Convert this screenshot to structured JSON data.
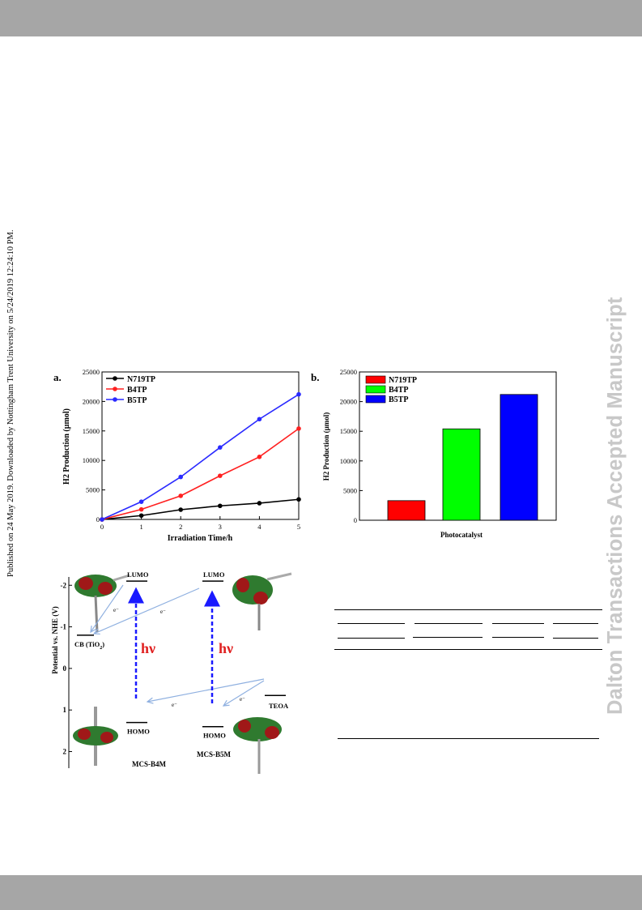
{
  "watermark": {
    "published_note": "Published on 24 May 2019. Downloaded by Nottingham Trent University on 5/24/2019 12:24:10 PM.",
    "journal_banner": "Dalton Transactions Accepted Manuscript"
  },
  "chart_data": [
    {
      "type": "line",
      "panel_label": "a.",
      "xlabel": "Irradiation Time/h",
      "ylabel": "H2 Production (µmol)",
      "x": [
        0,
        1,
        2,
        3,
        4,
        5
      ],
      "xlim": [
        0,
        5
      ],
      "ylim": [
        0,
        25000
      ],
      "xticks": [
        "0",
        "1",
        "2",
        "3",
        "4",
        "5"
      ],
      "yticks": [
        "0",
        "5000",
        "10000",
        "15000",
        "20000",
        "25000"
      ],
      "legend_position": "top-left",
      "series": [
        {
          "name": "N719TP",
          "color": "#000000",
          "values": [
            0,
            650,
            1650,
            2300,
            2750,
            3400
          ]
        },
        {
          "name": "B4TP",
          "color": "#ff2020",
          "values": [
            0,
            1700,
            4000,
            7400,
            10600,
            15400
          ]
        },
        {
          "name": "B5TP",
          "color": "#2a2aff",
          "values": [
            0,
            3000,
            7200,
            12200,
            17000,
            21200
          ]
        }
      ]
    },
    {
      "type": "bar",
      "panel_label": "b.",
      "xlabel": "Photocatalyst",
      "ylabel": "H2 Production (µmol)",
      "ylim": [
        0,
        25000
      ],
      "yticks": [
        "0",
        "5000",
        "10000",
        "15000",
        "20000",
        "25000"
      ],
      "legend_position": "top-left",
      "categories": [
        "N719TP",
        "B4TP",
        "B5TP"
      ],
      "values": [
        3300,
        15400,
        21200
      ],
      "colors": [
        "#ff0000",
        "#00ff00",
        "#0000ff"
      ]
    }
  ],
  "energy_diagram": {
    "yaxis_label": "Potential vs. NHE (V)",
    "yticks": [
      "-2",
      "-1",
      "0",
      "1",
      "2"
    ],
    "ylim": [
      -2.2,
      2.4
    ],
    "cb_label": "CB (TiO2)",
    "cb_level": -0.8,
    "teoa_label": "TEOA",
    "teoa_level": 0.65,
    "dyes": [
      {
        "name": "MCS-B4M",
        "lumo_label": "LUMO",
        "homo_label": "HOMO",
        "lumo": -2.1,
        "homo": 1.3
      },
      {
        "name": "MCS-B5M",
        "lumo_label": "LUMO",
        "homo_label": "HOMO",
        "lumo": -2.1,
        "homo": 1.4
      }
    ],
    "excitation_label": "hν",
    "electron_label": "e⁻"
  }
}
